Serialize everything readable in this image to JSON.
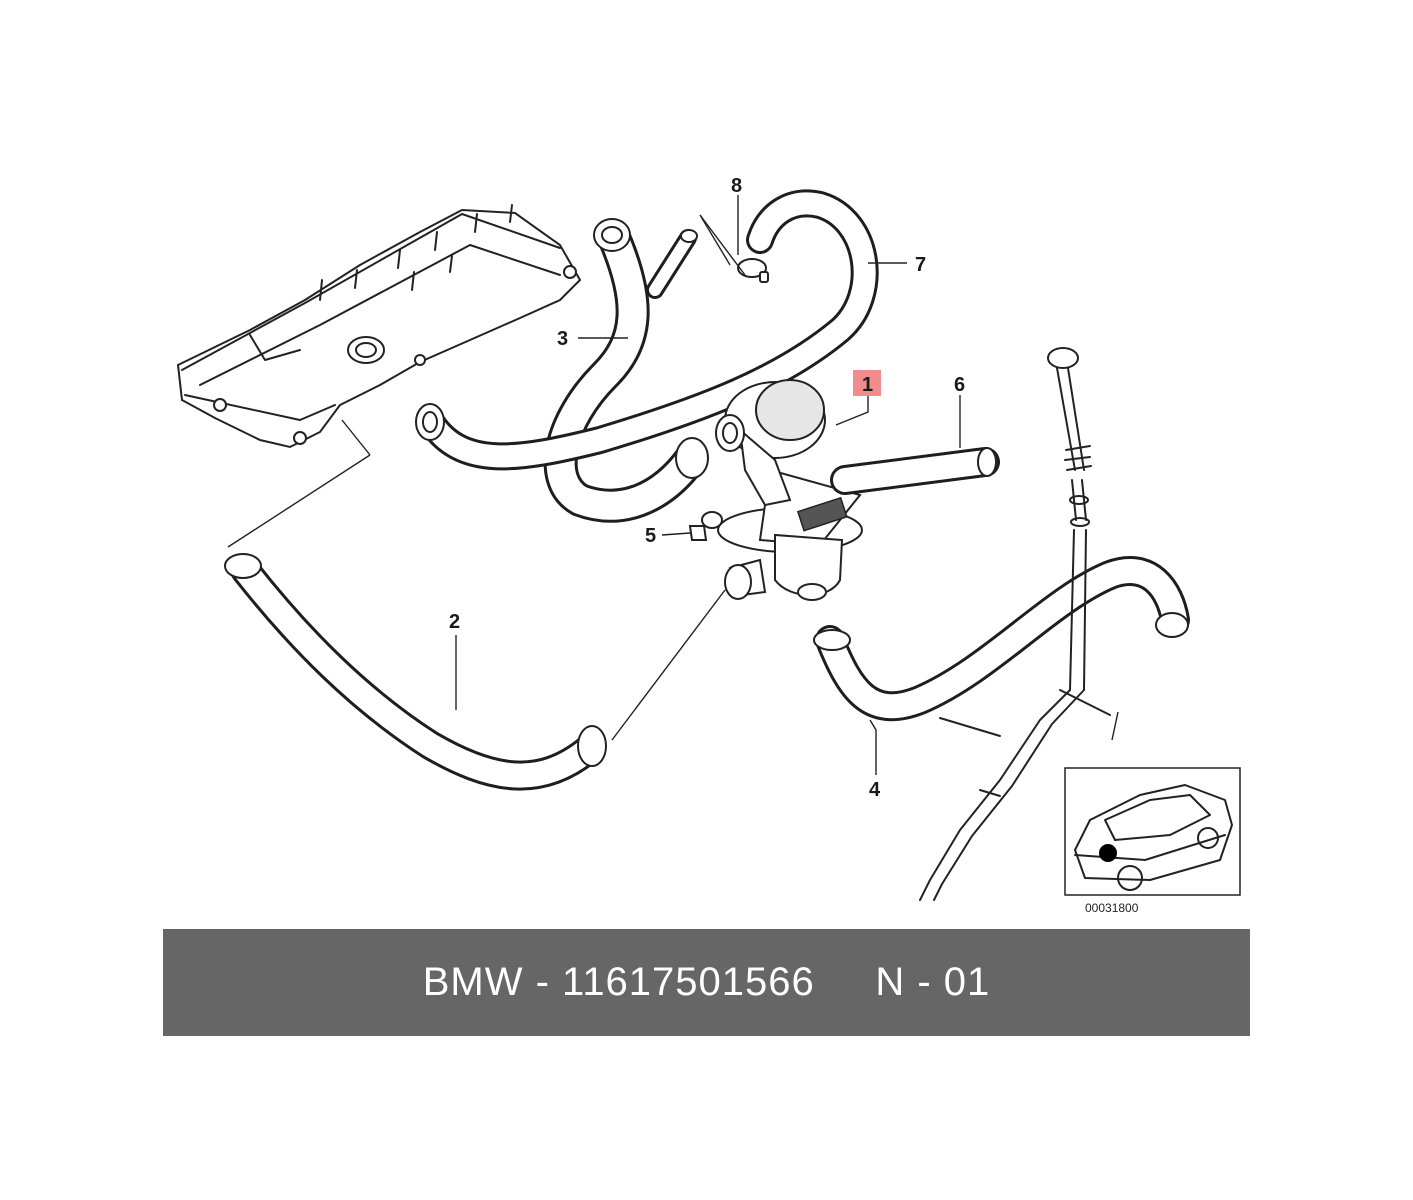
{
  "diagram": {
    "callouts": [
      {
        "id": "1",
        "text": "1",
        "highlighted": true
      },
      {
        "id": "2",
        "text": "2"
      },
      {
        "id": "3",
        "text": "3"
      },
      {
        "id": "4",
        "text": "4"
      },
      {
        "id": "5",
        "text": "5"
      },
      {
        "id": "6",
        "text": "6"
      },
      {
        "id": "7",
        "text": "7"
      },
      {
        "id": "8",
        "text": "8"
      }
    ],
    "highlight_color": "#f08c8c",
    "part_code": "00031800"
  },
  "banner": {
    "text": "BMW - 11617501566     N - 01",
    "background": "#666666",
    "text_color": "#ffffff"
  }
}
